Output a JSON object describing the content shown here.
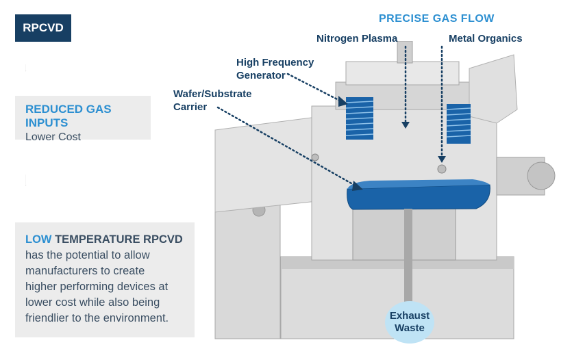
{
  "title_box": {
    "label": "RPCVD"
  },
  "reduced_box": {
    "highlight": "REDUCED GAS INPUTS",
    "subtitle": "Lower Cost"
  },
  "low_box": {
    "highlight": "LOW",
    "heading_rest": " TEMPERATURE RPCVD",
    "lines": [
      "has the potential to allow",
      "manufacturers to create",
      "higher performing devices at",
      "lower cost while also being",
      "friendlier to the environment."
    ]
  },
  "labels": {
    "precise_gas_flow": "PRECISE GAS FLOW",
    "nitrogen_plasma": "Nitrogen Plasma",
    "metal_organics": "Metal Organics",
    "hf_generator": [
      "High Frequency",
      "Generator"
    ],
    "wafer_carrier": [
      "Wafer/Substrate",
      "Carrier"
    ],
    "exhaust": [
      "Exhaust",
      "Waste"
    ]
  },
  "colors": {
    "navy": "#173f63",
    "accent_blue": "#2c8fd1",
    "box_gray": "#ececec",
    "machine_gray": "#d4d4d4",
    "component_blue": "#1a63a8"
  }
}
